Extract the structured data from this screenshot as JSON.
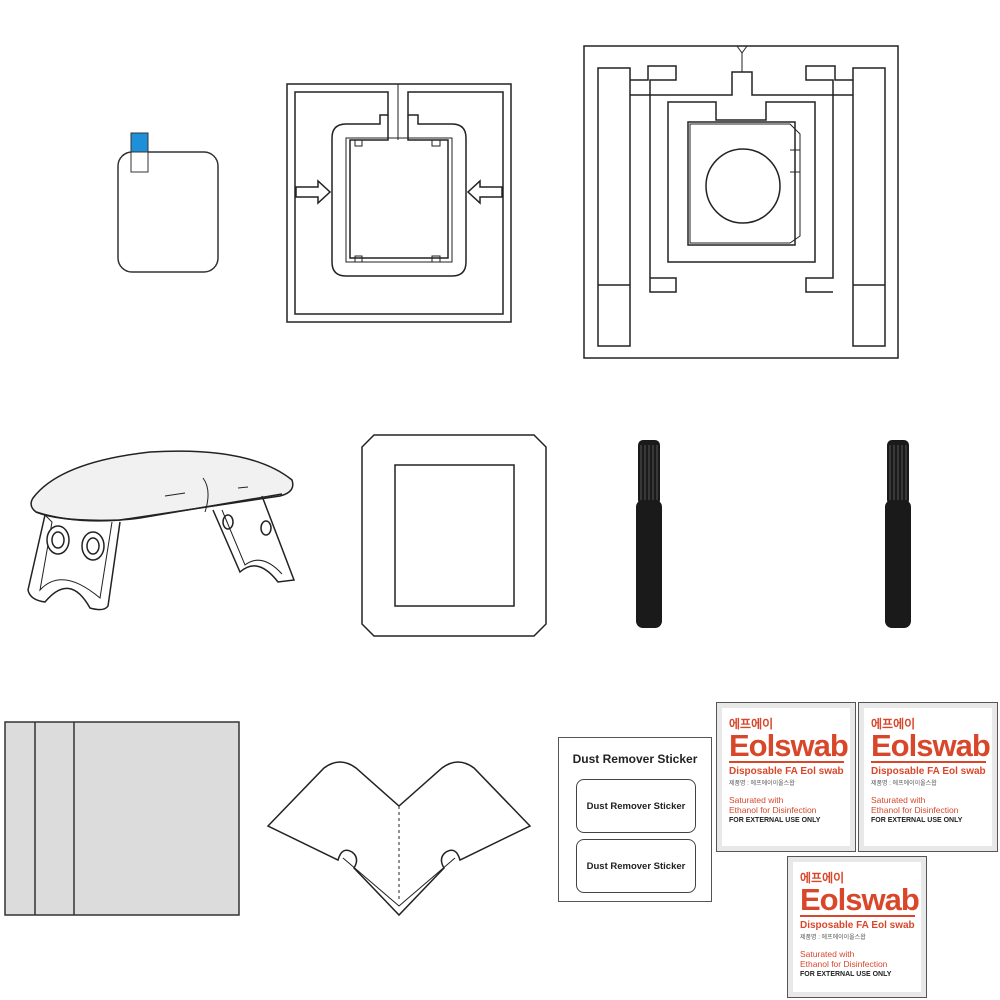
{
  "items": {
    "dust_remover": {
      "title": "Dust Remover Sticker",
      "stickers": [
        "Dust Remover Sticker",
        "Dust Remover Sticker"
      ]
    },
    "alcohol_swabs": [
      {
        "korean": "에프에이",
        "brand": "Eolswab",
        "subtitle": "Disposable FA Eol swab",
        "product_name": "제품명 : 에프에이이올스왑",
        "description_1": "Saturated with",
        "description_2": "Ethanol for Disinfection",
        "warning": "FOR EXTERNAL USE ONLY"
      },
      {
        "korean": "에프에이",
        "brand": "Eolswab",
        "subtitle": "Disposable FA Eol swab",
        "product_name": "제품명 : 에프에이이올스왑",
        "description_1": "Saturated with",
        "description_2": "Ethanol for Disinfection",
        "warning": "FOR EXTERNAL USE ONLY"
      },
      {
        "korean": "에프에이",
        "brand": "Eolswab",
        "subtitle": "Disposable FA Eol swab",
        "product_name": "제품명 : 에프에이이올스왑",
        "description_1": "Saturated with",
        "description_2": "Ethanol for Disinfection",
        "warning": "FOR EXTERNAL USE ONLY"
      }
    ]
  },
  "colors": {
    "tab_blue": "#1e90d8",
    "swab_red": "#d9472b",
    "sheet_gray": "#dcdcdc",
    "brush_black": "#1a1a1a"
  }
}
